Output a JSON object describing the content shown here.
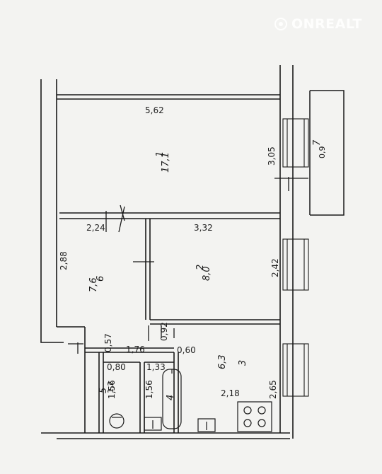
{
  "watermark": {
    "text": "ONREALT"
  },
  "plan": {
    "labels": {
      "top_width": "5,62",
      "balcony_side": "3,05",
      "balcony_num": "7",
      "balcony_area": "0,9",
      "room1_num": "1",
      "room1_area": "17,1",
      "room_left_width": "2,24",
      "room_right_width": "3,32",
      "room2_num": "2",
      "room2_area": "8,0",
      "room6_num": "6",
      "room6_area": "7,6",
      "room6_height": "2,88",
      "room2_height": "2,42",
      "door_gap": "0,57",
      "bath_top": "1,76",
      "closet_width": "0,92",
      "small_gap": "0,60",
      "room3_num": "3",
      "room3_area": "6,3",
      "toilet_width": "0,80",
      "bath_width": "1,33",
      "toilet_height": "1,56",
      "bath_height": "1,56",
      "room5_num": "5",
      "room5_area": "1,2",
      "room4_num": "4",
      "kitchen_width": "2,18",
      "kitchen_height": "2,65"
    }
  }
}
